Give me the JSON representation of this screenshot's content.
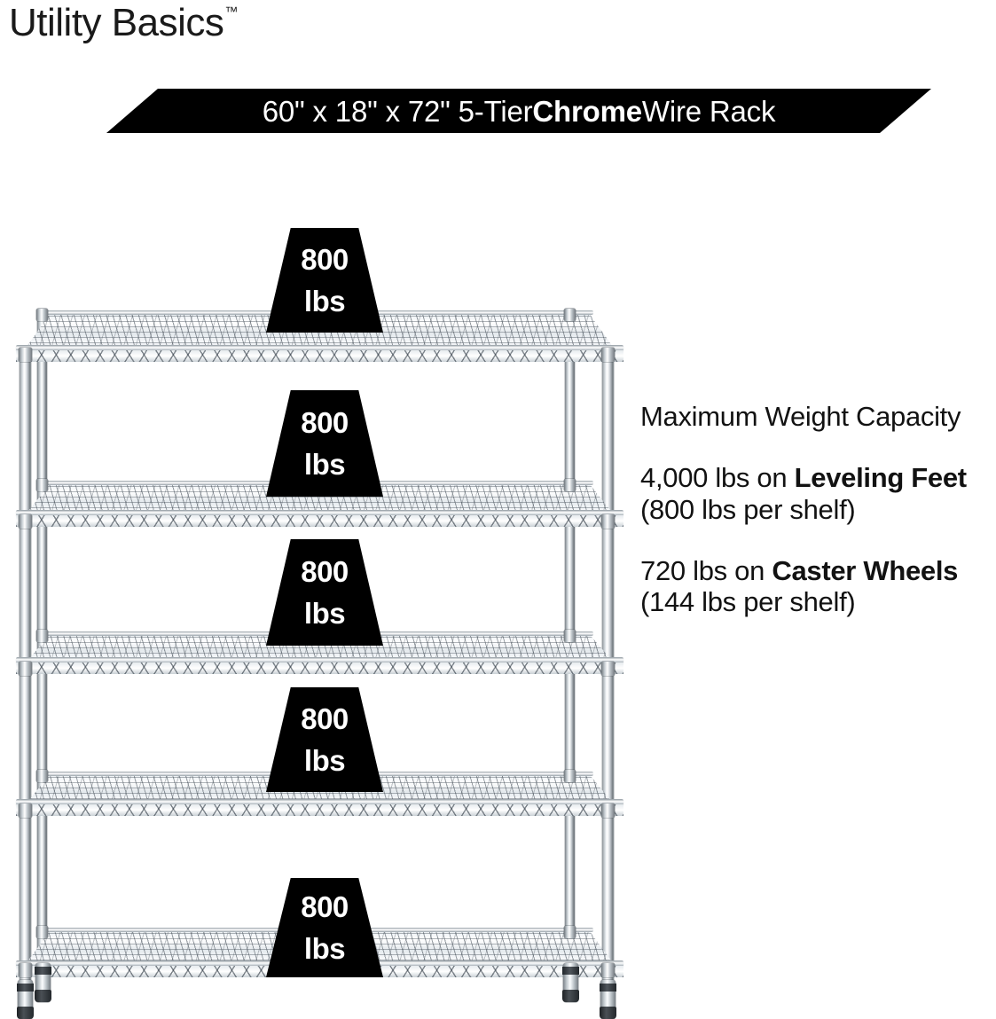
{
  "brand": {
    "name": "Utility Basics",
    "trademark": "™"
  },
  "banner": {
    "text_lead": "60\" x 18\" x 72\" 5-Tier ",
    "text_bold": "Chrome",
    "text_tail": " Wire Rack",
    "background_color": "#000000",
    "text_color": "#ffffff"
  },
  "callout": {
    "heading": "Maximum Weight Capacity",
    "lines": [
      {
        "lead": "4,000 lbs on ",
        "bold": "Leveling Feet",
        "tail": " (800 lbs per shelf)"
      },
      {
        "lead": "720 lbs on ",
        "bold": "Caster Wheels",
        "tail": " (144 lbs per shelf)"
      }
    ]
  },
  "product": {
    "type": "5-tier chrome wire shelving rack",
    "shelf_count": 5,
    "badges": [
      {
        "value": "800",
        "unit": "lbs"
      },
      {
        "value": "800",
        "unit": "lbs"
      },
      {
        "value": "800",
        "unit": "lbs"
      },
      {
        "value": "800",
        "unit": "lbs"
      },
      {
        "value": "800",
        "unit": "lbs"
      }
    ]
  }
}
